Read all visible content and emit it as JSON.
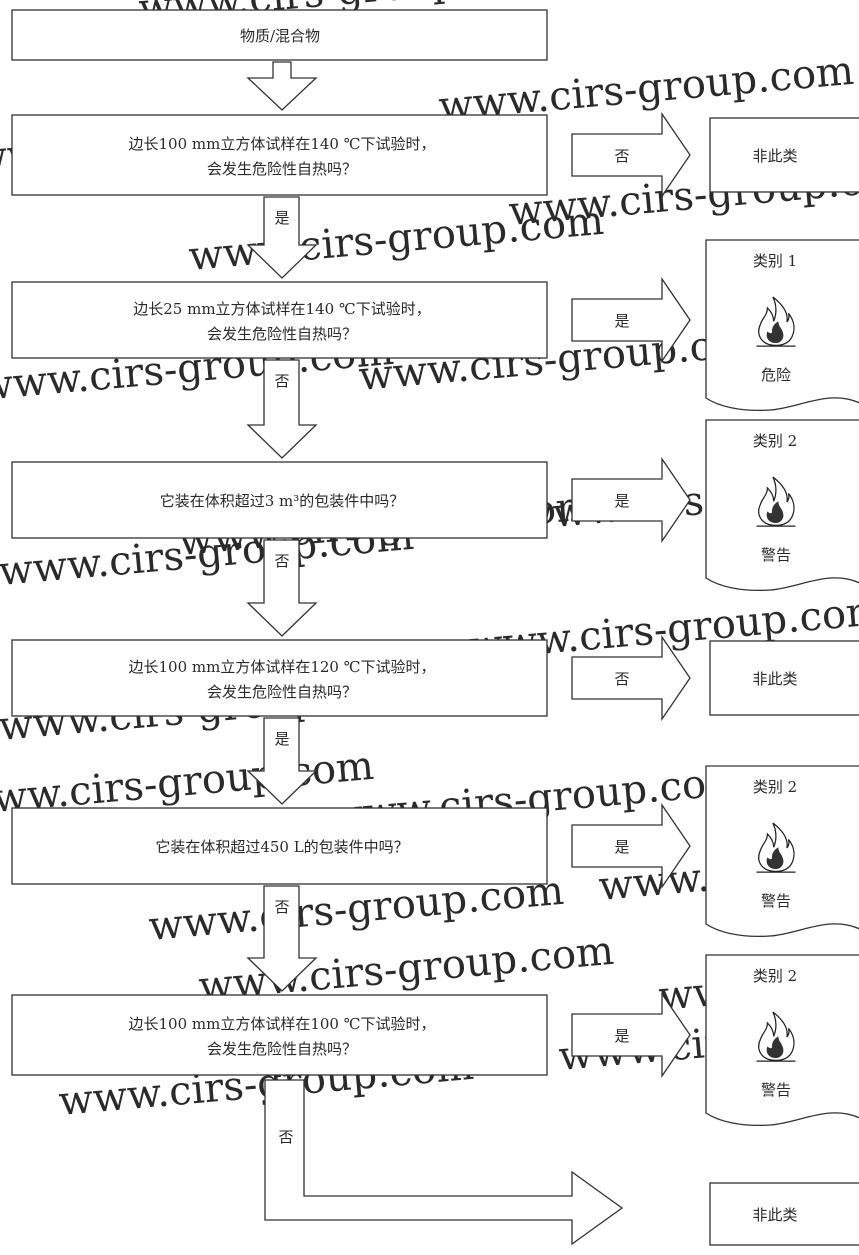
{
  "start": "物质/混合物",
  "steps": [
    {
      "question": [
        "边长100 mm立方体试样在140 ℃下试验时，",
        "会发生危险性自热吗？"
      ],
      "side_label": "否",
      "result": {
        "type": "box",
        "label": "非此类"
      },
      "down_label": "是"
    },
    {
      "question": [
        "边长25 mm立方体试样在140 ℃下试验时，",
        "会发生危险性自热吗？"
      ],
      "side_label": "是",
      "result": {
        "type": "doc",
        "category": "类别 1",
        "signal": "危险",
        "pictogram": "flame-icon"
      },
      "down_label": "否"
    },
    {
      "question": [
        "它装在体积超过3 m³的包装件中吗？"
      ],
      "side_label": "是",
      "result": {
        "type": "doc",
        "category": "类别 2",
        "signal": "警告",
        "pictogram": "flame-icon"
      },
      "down_label": "否"
    },
    {
      "question": [
        "边长100 mm立方体试样在120 ℃下试验时，",
        "会发生危险性自热吗？"
      ],
      "side_label": "否",
      "result": {
        "type": "box",
        "label": "非此类"
      },
      "down_label": "是"
    },
    {
      "question": [
        "它装在体积超过450 L的包装件中吗？"
      ],
      "side_label": "是",
      "result": {
        "type": "doc",
        "category": "类别 2",
        "signal": "警告",
        "pictogram": "flame-icon"
      },
      "down_label": "否"
    },
    {
      "question": [
        "边长100 mm立方体试样在100 ℃下试验时，",
        "会发生危险性自热吗？"
      ],
      "side_label": "是",
      "result": {
        "type": "doc",
        "category": "类别 2",
        "signal": "警告",
        "pictogram": "flame-icon"
      },
      "down_label": "否"
    }
  ],
  "final_result": "非此类",
  "watermark": "www.cirs-group.com"
}
